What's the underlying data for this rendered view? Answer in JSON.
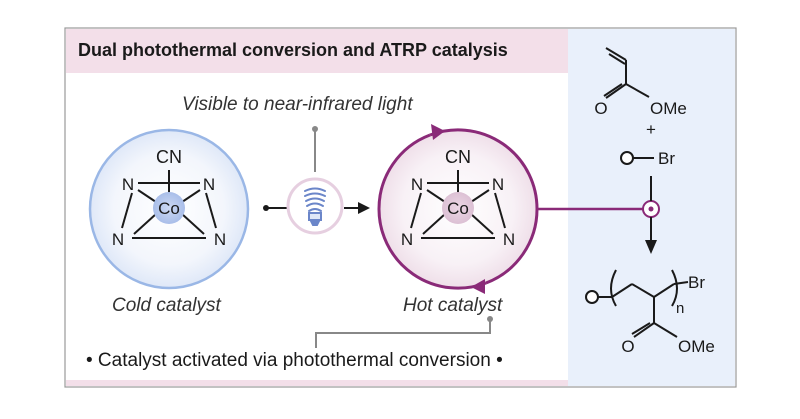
{
  "title": "Dual photothermal conversion and ATRP catalysis",
  "light_label": "Visible to near-infrared light",
  "cold_label": "Cold catalyst",
  "hot_label": "Hot catalyst",
  "footer": "• Catalyst activated via photothermal conversion •",
  "complex": {
    "ligand": "CN",
    "metal": "Co",
    "donor": "N"
  },
  "monomer": {
    "substituent": "OMe",
    "plus": "+"
  },
  "initiator": {
    "halogen": "Br"
  },
  "polymer": {
    "end_group": "Br",
    "repeat": "n",
    "substituent": "OMe"
  },
  "colors": {
    "cold": "#9ab7e6",
    "hot": "#8a2a78",
    "title_band": "#f3dfe9",
    "right_panel": "#e9f0fb",
    "bulb": "#6b86c9"
  }
}
